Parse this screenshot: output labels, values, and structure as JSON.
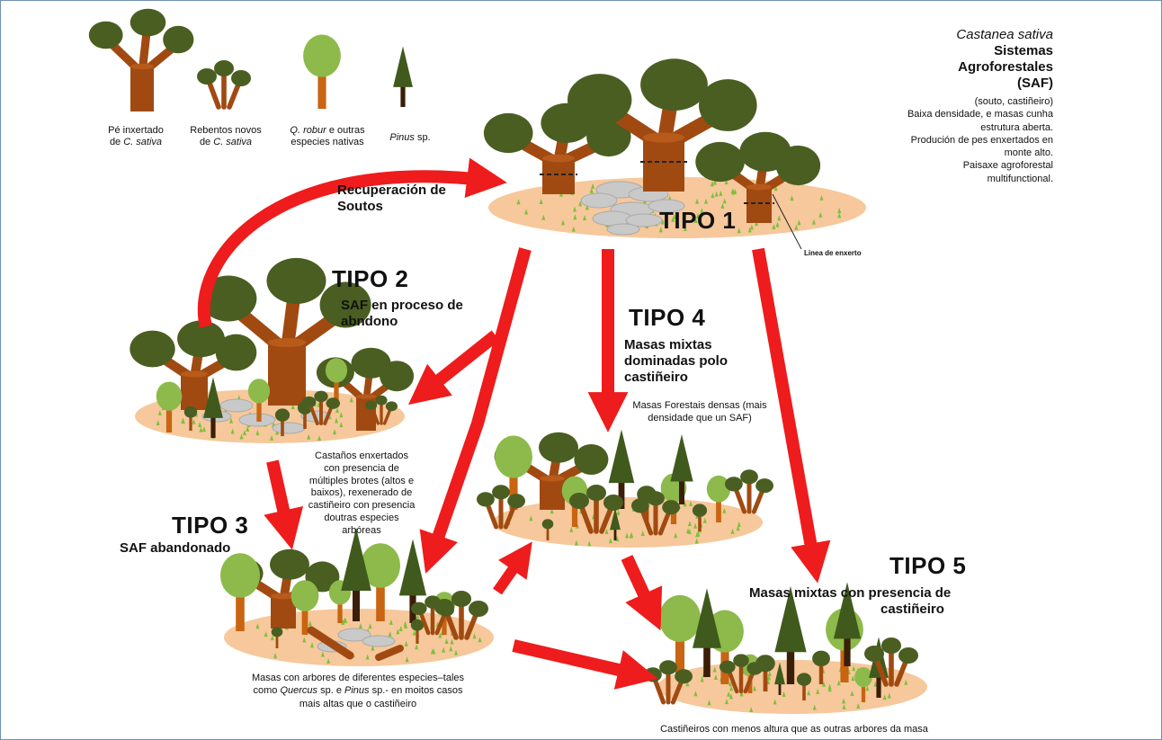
{
  "legend": {
    "grafted": {
      "line1": "Pé inxertado",
      "line2_prefix": "de",
      "line2_italic": "C. sativa"
    },
    "sprouts": {
      "line1": "Rebentos novos",
      "line2_prefix": "de",
      "line2_italic": "C. sativa"
    },
    "oak": {
      "italic": "Q. robur",
      "line1_rest": " e outras",
      "line2": "especies nativas"
    },
    "pine": {
      "italic": "Pinus",
      "rest": " sp."
    }
  },
  "header": {
    "species": "Castanea sativa",
    "title_l1": "Sistemas",
    "title_l2": "Agroforestales",
    "title_l3": "(SAF)",
    "lines": [
      "(souto, castiñeiro)",
      "Baixa densidade, e masas cunha",
      "estrutura aberta.",
      "Produción de pes enxertados en",
      "monte alto.",
      "Paisaxe agroforestal",
      "multifunctional."
    ]
  },
  "graft_line_label": "Linea de enxerto",
  "recovery": {
    "l1": "Recuperación de",
    "l2": "Soutos"
  },
  "tipo1": {
    "title": "TIPO 1"
  },
  "tipo2": {
    "title": "TIPO 2",
    "subtitle_l1": "SAF en proceso de",
    "subtitle_l2": "abndono",
    "desc": [
      "Castaños enxertados",
      "con presencia de",
      "múltiples brotes (altos e",
      "baixos), rexenerado de",
      "castiñeiro con presencia",
      "doutras especies",
      "arbóreas"
    ]
  },
  "tipo3": {
    "title": "TIPO 3",
    "subtitle": "SAF abandonado",
    "desc_l1": "Masas con arbores de  diferentes especies–tales",
    "desc_l2_a": "como ",
    "desc_l2_i1": "Quercus",
    "desc_l2_b": " sp. e  ",
    "desc_l2_i2": "Pinus",
    "desc_l2_c": " sp.- en moitos casos",
    "desc_l3": "mais altas que o castiñeiro"
  },
  "tipo4": {
    "title": "TIPO 4",
    "subtitle_l1": "Masas mixtas",
    "subtitle_l2": "dominadas polo",
    "subtitle_l3": "castiñeiro",
    "desc_l1": "Masas Forestais densas (mais",
    "desc_l2": "densidade que un SAF)"
  },
  "tipo5": {
    "title": "TIPO 5",
    "subtitle_l1": "Masas mixtas con presencia de",
    "subtitle_l2": "castiñeiro",
    "desc": "Castiñeiros con menos altura que as outras arbores da masa"
  },
  "colors": {
    "arrow": "#ee1c1c",
    "ground": "#f6c89b",
    "trunk": "#a04a12",
    "canopy_dark": "#4a5e22",
    "canopy_light": "#8dba4a",
    "pine": "#3f5a1c",
    "pine_trunk": "#3b1e08",
    "oak_trunk": "#c86412",
    "stone": "#c9c9c9",
    "grass": "#7fbf3f"
  }
}
